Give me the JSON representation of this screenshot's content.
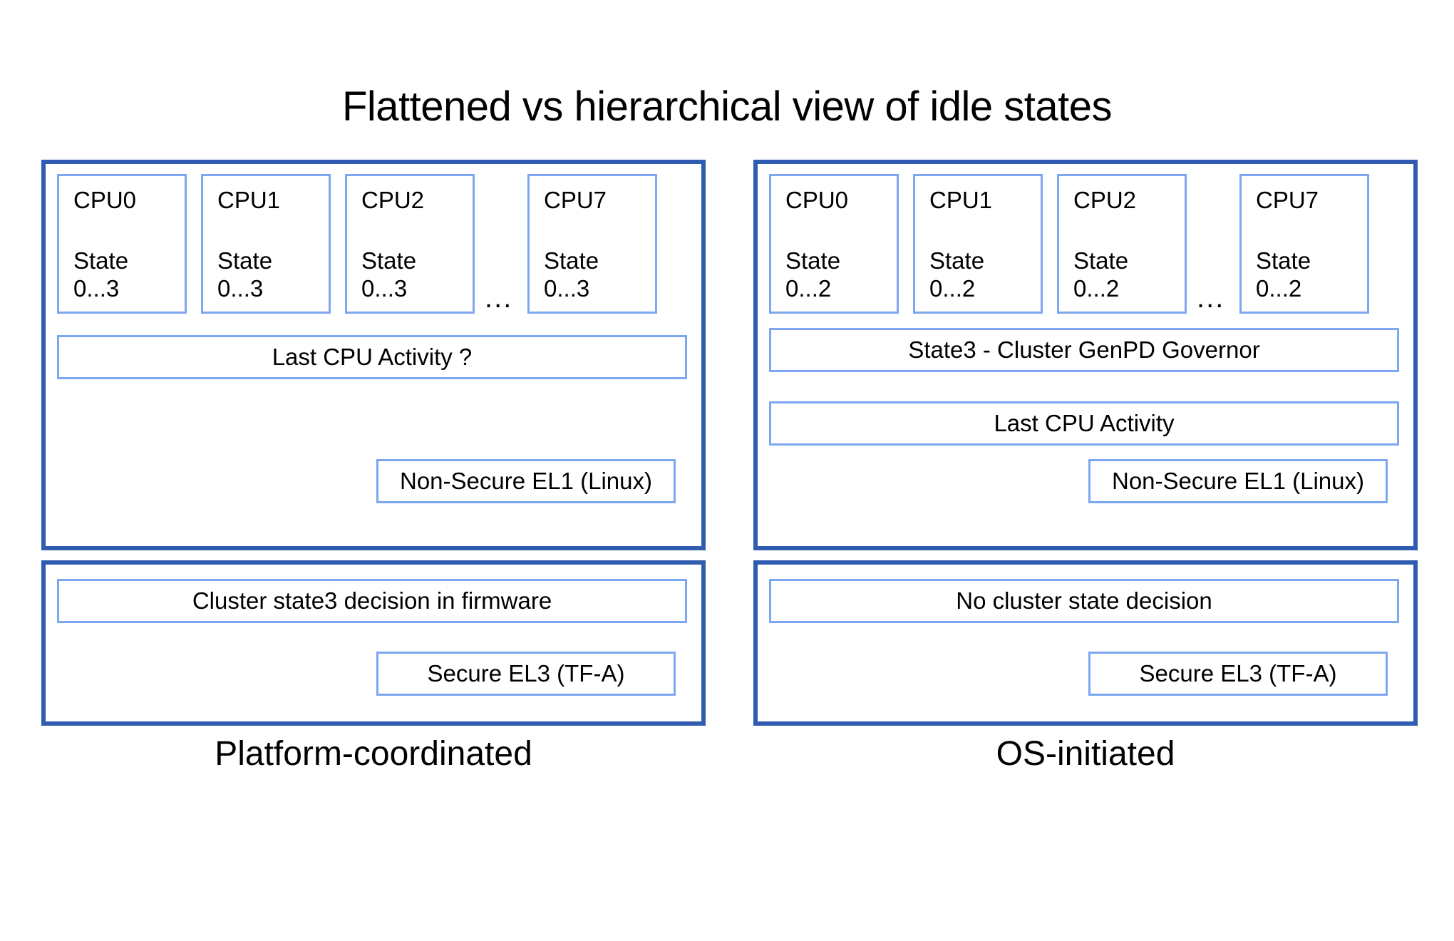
{
  "title": "Flattened vs hierarchical view of idle states",
  "colors": {
    "panel_border": "#2f5cb0",
    "box_border": "#7da7f0",
    "background": "#ffffff",
    "text": "#000000"
  },
  "panels": {
    "left": {
      "caption": "Platform-coordinated",
      "os_layer": {
        "cpus": [
          {
            "name": "CPU0",
            "state_label": "State",
            "state_range": "0...3"
          },
          {
            "name": "CPU1",
            "state_label": "State",
            "state_range": "0...3"
          },
          {
            "name": "CPU2",
            "state_label": "State",
            "state_range": "0...3"
          },
          {
            "name": "CPU7",
            "state_label": "State",
            "state_range": "0...3"
          }
        ],
        "ellipsis": "...",
        "bars": [
          {
            "label": "Last CPU Activity ?"
          }
        ],
        "exception_level": "Non-Secure EL1 (Linux)"
      },
      "firmware_layer": {
        "bar": "Cluster state3 decision in firmware",
        "exception_level": "Secure EL3 (TF-A)"
      }
    },
    "right": {
      "caption": "OS-initiated",
      "os_layer": {
        "cpus": [
          {
            "name": "CPU0",
            "state_label": "State",
            "state_range": "0...2"
          },
          {
            "name": "CPU1",
            "state_label": "State",
            "state_range": "0...2"
          },
          {
            "name": "CPU2",
            "state_label": "State",
            "state_range": "0...2"
          },
          {
            "name": "CPU7",
            "state_label": "State",
            "state_range": "0...2"
          }
        ],
        "ellipsis": "...",
        "bars": [
          {
            "label": "State3 - Cluster GenPD Governor"
          },
          {
            "label": "Last CPU Activity"
          }
        ],
        "exception_level": "Non-Secure EL1 (Linux)"
      },
      "firmware_layer": {
        "bar": "No cluster state decision",
        "exception_level": "Secure EL3 (TF-A)"
      }
    }
  }
}
